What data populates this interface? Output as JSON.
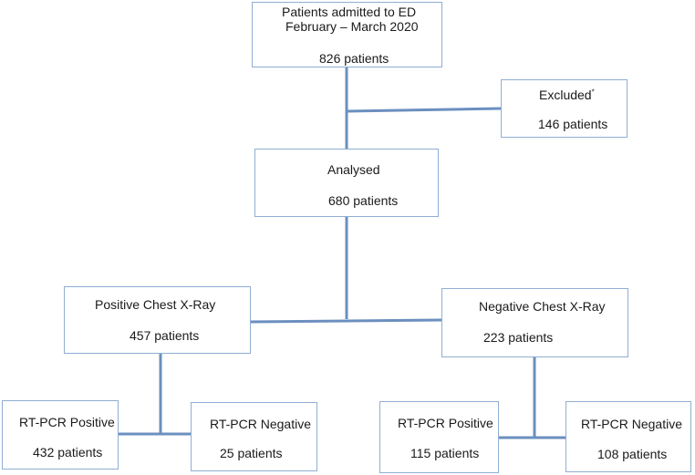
{
  "flowchart": {
    "admitted": {
      "line1": "Patients admitted to ED",
      "line2": "February – March 2020",
      "count": "826  patients"
    },
    "excluded": {
      "label": "Excluded",
      "marker": "*",
      "count": "146  patients"
    },
    "analysed": {
      "label": "Analysed",
      "count": "680  patients"
    },
    "positive_xray": {
      "label": "Positive Chest X-Ray",
      "count": "457  patients"
    },
    "negative_xray": {
      "label": "Negative Chest X-Ray",
      "count": "223   patients"
    },
    "pos_pcr_pos": {
      "label": "RT-PCR Positive",
      "count": "432  patients"
    },
    "pos_pcr_neg": {
      "label": "RT-PCR Negative",
      "count": "25  patients"
    },
    "neg_pcr_pos": {
      "label": "RT-PCR Positive",
      "count": "115  patients"
    },
    "neg_pcr_neg": {
      "label": "RT-PCR Negative",
      "count": "108  patients"
    }
  },
  "colors": {
    "box_border": "#8faed3",
    "connector": "#6b8fbf"
  }
}
